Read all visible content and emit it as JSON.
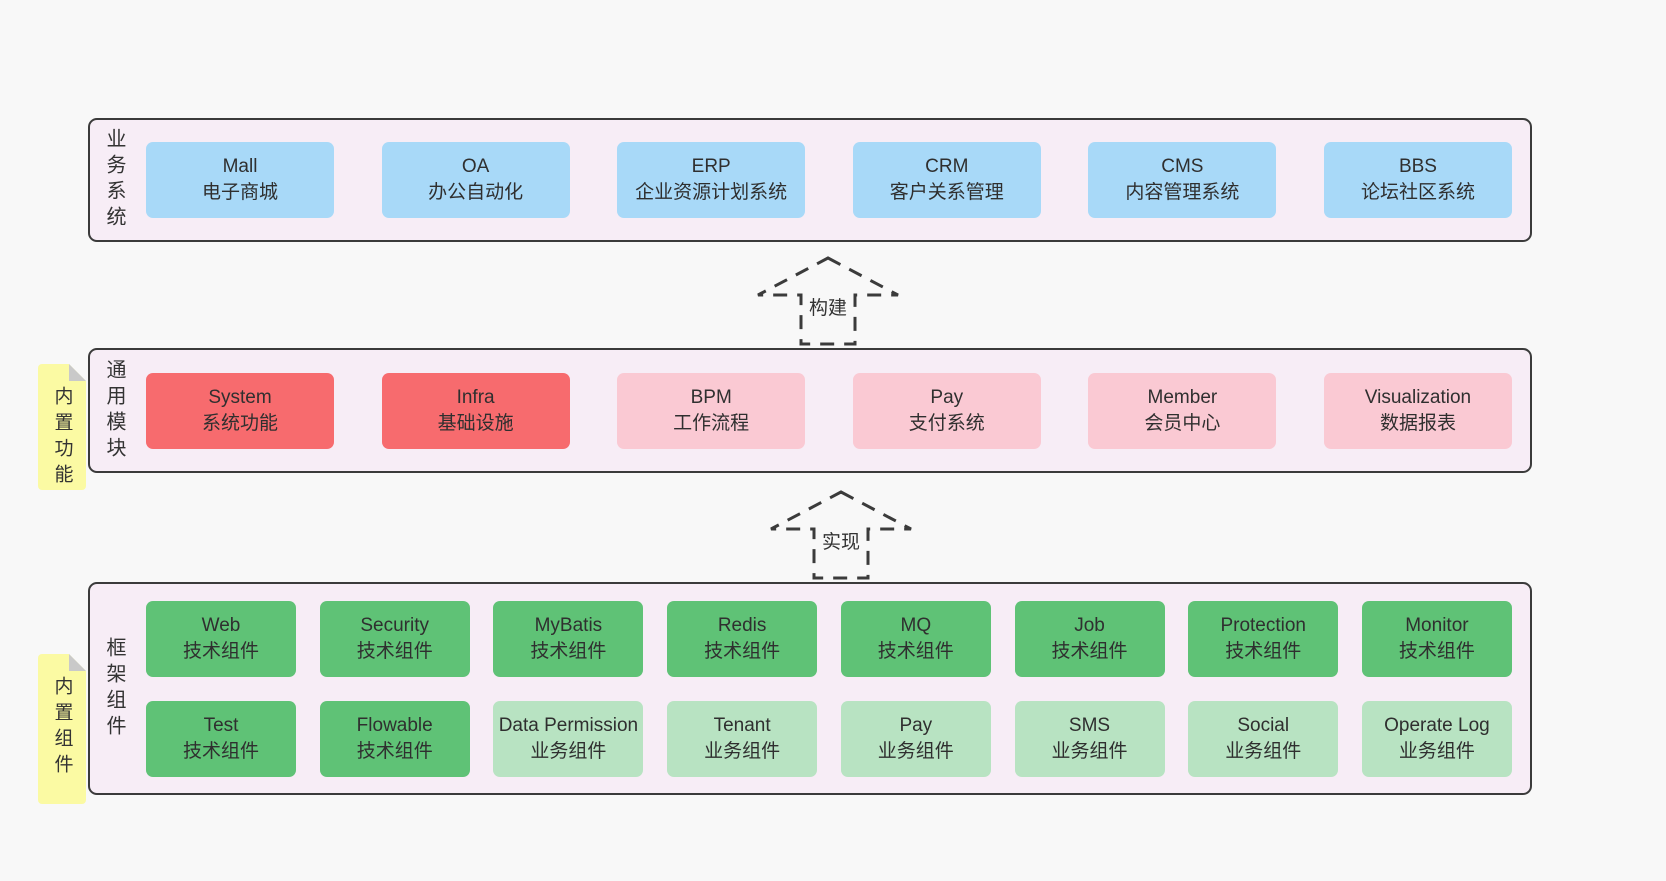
{
  "diagram": {
    "arrows": [
      {
        "label": "构建"
      },
      {
        "label": "实现"
      }
    ],
    "side_tabs": [
      {
        "label": "内置功能"
      },
      {
        "label": "内置组件"
      }
    ],
    "panels": [
      {
        "label": "业务系统",
        "rows": [
          [
            {
              "name": "Mall",
              "subtitle": "电子商城",
              "variant": "blue"
            },
            {
              "name": "OA",
              "subtitle": "办公自动化",
              "variant": "blue"
            },
            {
              "name": "ERP",
              "subtitle": "企业资源计划系统",
              "variant": "blue"
            },
            {
              "name": "CRM",
              "subtitle": "客户关系管理",
              "variant": "blue"
            },
            {
              "name": "CMS",
              "subtitle": "内容管理系统",
              "variant": "blue"
            },
            {
              "name": "BBS",
              "subtitle": "论坛社区系统",
              "variant": "blue"
            }
          ]
        ]
      },
      {
        "label": "通用模块",
        "rows": [
          [
            {
              "name": "System",
              "subtitle": "系统功能",
              "variant": "red"
            },
            {
              "name": "Infra",
              "subtitle": "基础设施",
              "variant": "red"
            },
            {
              "name": "BPM",
              "subtitle": "工作流程",
              "variant": "pink"
            },
            {
              "name": "Pay",
              "subtitle": "支付系统",
              "variant": "pink"
            },
            {
              "name": "Member",
              "subtitle": "会员中心",
              "variant": "pink"
            },
            {
              "name": "Visualization",
              "subtitle": "数据报表",
              "variant": "pink"
            }
          ]
        ]
      },
      {
        "label": "框架组件",
        "rows": [
          [
            {
              "name": "Web",
              "subtitle": "技术组件",
              "variant": "green"
            },
            {
              "name": "Security",
              "subtitle": "技术组件",
              "variant": "green"
            },
            {
              "name": "MyBatis",
              "subtitle": "技术组件",
              "variant": "green"
            },
            {
              "name": "Redis",
              "subtitle": "技术组件",
              "variant": "green"
            },
            {
              "name": "MQ",
              "subtitle": "技术组件",
              "variant": "green"
            },
            {
              "name": "Job",
              "subtitle": "技术组件",
              "variant": "green"
            },
            {
              "name": "Protection",
              "subtitle": "技术组件",
              "variant": "green"
            },
            {
              "name": "Monitor",
              "subtitle": "技术组件",
              "variant": "green"
            }
          ],
          [
            {
              "name": "Test",
              "subtitle": "技术组件",
              "variant": "green"
            },
            {
              "name": "Flowable",
              "subtitle": "技术组件",
              "variant": "green"
            },
            {
              "name": "Data Permission",
              "subtitle": "业务组件",
              "variant": "lightgreen"
            },
            {
              "name": "Tenant",
              "subtitle": "业务组件",
              "variant": "lightgreen"
            },
            {
              "name": "Pay",
              "subtitle": "业务组件",
              "variant": "lightgreen"
            },
            {
              "name": "SMS",
              "subtitle": "业务组件",
              "variant": "lightgreen"
            },
            {
              "name": "Social",
              "subtitle": "业务组件",
              "variant": "lightgreen"
            },
            {
              "name": "Operate Log",
              "subtitle": "业务组件",
              "variant": "lightgreen"
            }
          ]
        ]
      }
    ],
    "colors": {
      "page_bg": "#f8f8f8",
      "panel_bg": "#f7edf6",
      "panel_border": "#3b3b3b",
      "box_blue": "#a8d9f8",
      "box_red": "#f76b6e",
      "box_pink": "#fac9d3",
      "box_green": "#5fc276",
      "box_lightgreen": "#b8e3c2",
      "tab_yellow": "#fbfaa3",
      "fold_gray": "#c9c9c9",
      "text": "#2f2f2f"
    }
  }
}
